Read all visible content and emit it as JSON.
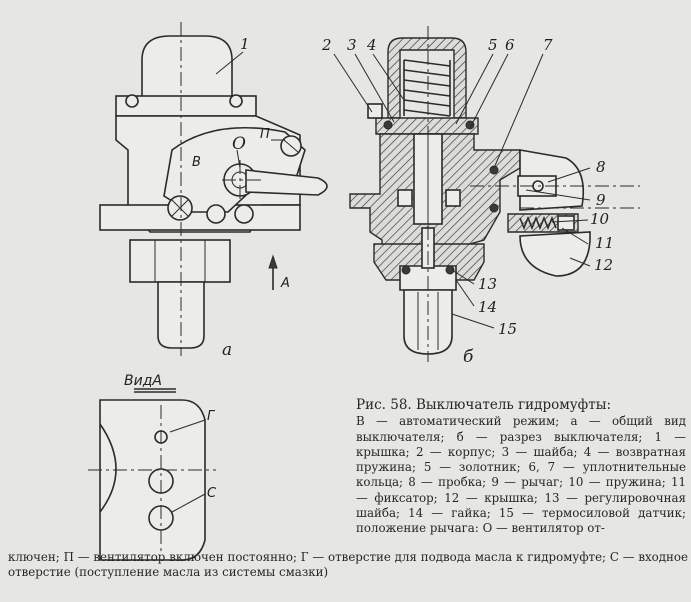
{
  "figure": {
    "part_labels": [
      "1",
      "2",
      "3",
      "4",
      "5",
      "6",
      "7",
      "8",
      "9",
      "10",
      "11",
      "12",
      "13",
      "14",
      "15"
    ],
    "view_a_labels": {
      "pos_o": "О",
      "pos_p": "П",
      "pos_v": "В",
      "arrow": "А",
      "subfig": "а"
    },
    "view_b_label": "б",
    "vid_a_title": "ВидА",
    "vid_a_labels": {
      "g": "Г",
      "c": "С"
    }
  },
  "caption": {
    "title": "Рис. 58. Выключатель гидромуфты:",
    "body": "В — автоматический режим; а — общий вид выключателя; б — разрез выключателя; 1 — крышка; 2 — корпус; 3 — шайба; 4 — возвратная пружина; 5 — золотник; 6, 7 — уплотнительные кольца; 8 — пробка; 9 — рычаг; 10 — пружина; 11 — фиксатор; 12 — крышка; 13 — регулировочная шайба; 14 — гайка; 15 — термосиловой датчик; положение рычага: О — вентилятор от-",
    "tail": "ключен; П — вентилятор включен постоянно; Г — отверстие для подвода масла к гидромуфте; С — входное отверстие (поступление масла из системы смазки)"
  }
}
